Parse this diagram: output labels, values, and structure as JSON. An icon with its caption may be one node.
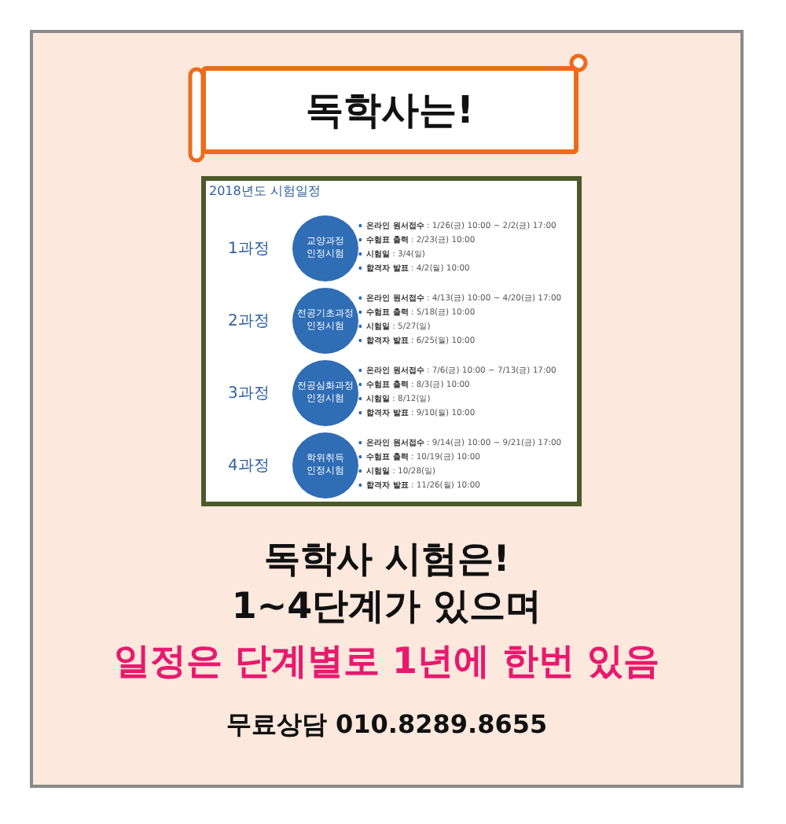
{
  "diagram": {
    "nodes": [
      {
        "text": [
          "독학사는!"
        ]
      },
      {
        "text": [
          "2018년도 시험일정"
        ]
      },
      {
        "text": [
          "교양과정 인정시험"
        ],
        "in": 1
      },
      {
        "text": [
          "전공기초과정 인정시험"
        ],
        "in": 1
      },
      {
        "text": [
          "전공심화과정 인정시험"
        ],
        "in": 1
      },
      {
        "text": [
          "학위취득 인정시험"
        ],
        "in": 1
      }
    ],
    "labels": [
      "1과정",
      "**온라인 원서접수** : 1/26(금) 10:00 ~ 2/2(금) 17:00",
      "**수험표 출력** : 2/23(금) 10:00",
      "**시험일** : 3/4(일)",
      "**합격자 발표** : 4/2(월) 10:00",
      "2과정",
      "**온라인 원서접수** : 4/13(금) 10:00 ~ 4/20(금) 17:00",
      "**수험표 출력** : 5/18(금) 10:00",
      "**시험일** : 5/27(일)",
      "**합격자 발표** : 6/25(월) 10:00",
      "3과정",
      "**온라인 원서접수** : 7/6(금) 10:00 ~ 7/13(금) 17:00",
      "**수험표 출력** : 8/3(금) 10:00",
      "**시험일** : 8/12(일)",
      "**합격자 발표** : 9/10(월) 10:00",
      "4과정",
      "**온라인 원서접수** : 9/14(금) 10:00 ~ 9/21(금) 17:00",
      "**수험표 출력** : 10/19(금) 10:00",
      "**시험일** : 10/28(일)",
      "**합격자 발표** : 11/26(월) 10:00",
      "독학사 시험은!",
      "1~4단계가 있으며",
      "일정은 단계별로 1년에 한번 있음",
      "무료상담 010.8289.8655"
    ]
  }
}
